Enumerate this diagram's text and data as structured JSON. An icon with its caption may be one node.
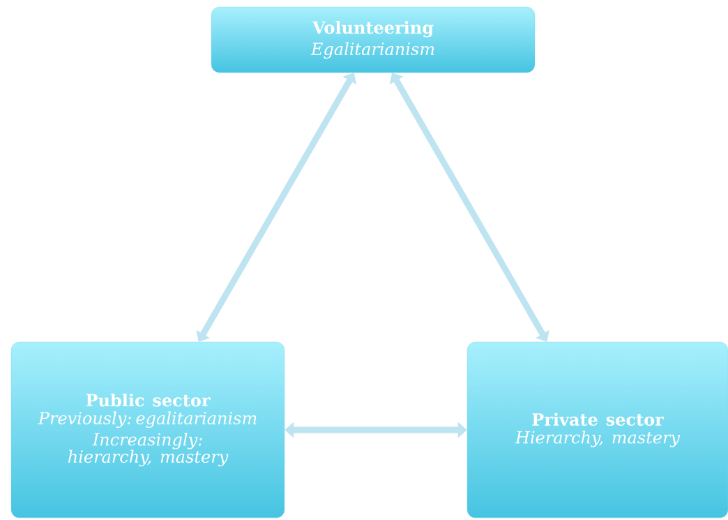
{
  "diagram": {
    "nodes": [
      {
        "text": [
          "Volunteering",
          "Egalitarianism"
        ]
      },
      {
        "text": [
          "Public sector",
          "Previously: egalitarianism",
          "Increasingly: hierarchy, mastery"
        ]
      },
      {
        "text": [
          "Private sector",
          "Hierarchy, mastery"
        ]
      }
    ],
    "edges": [
      {
        "from": 0,
        "to": 1,
        "arrow": "both"
      },
      {
        "from": 0,
        "to": 2,
        "arrow": "both"
      },
      {
        "from": 1,
        "to": 2,
        "arrow": "both"
      }
    ]
  }
}
